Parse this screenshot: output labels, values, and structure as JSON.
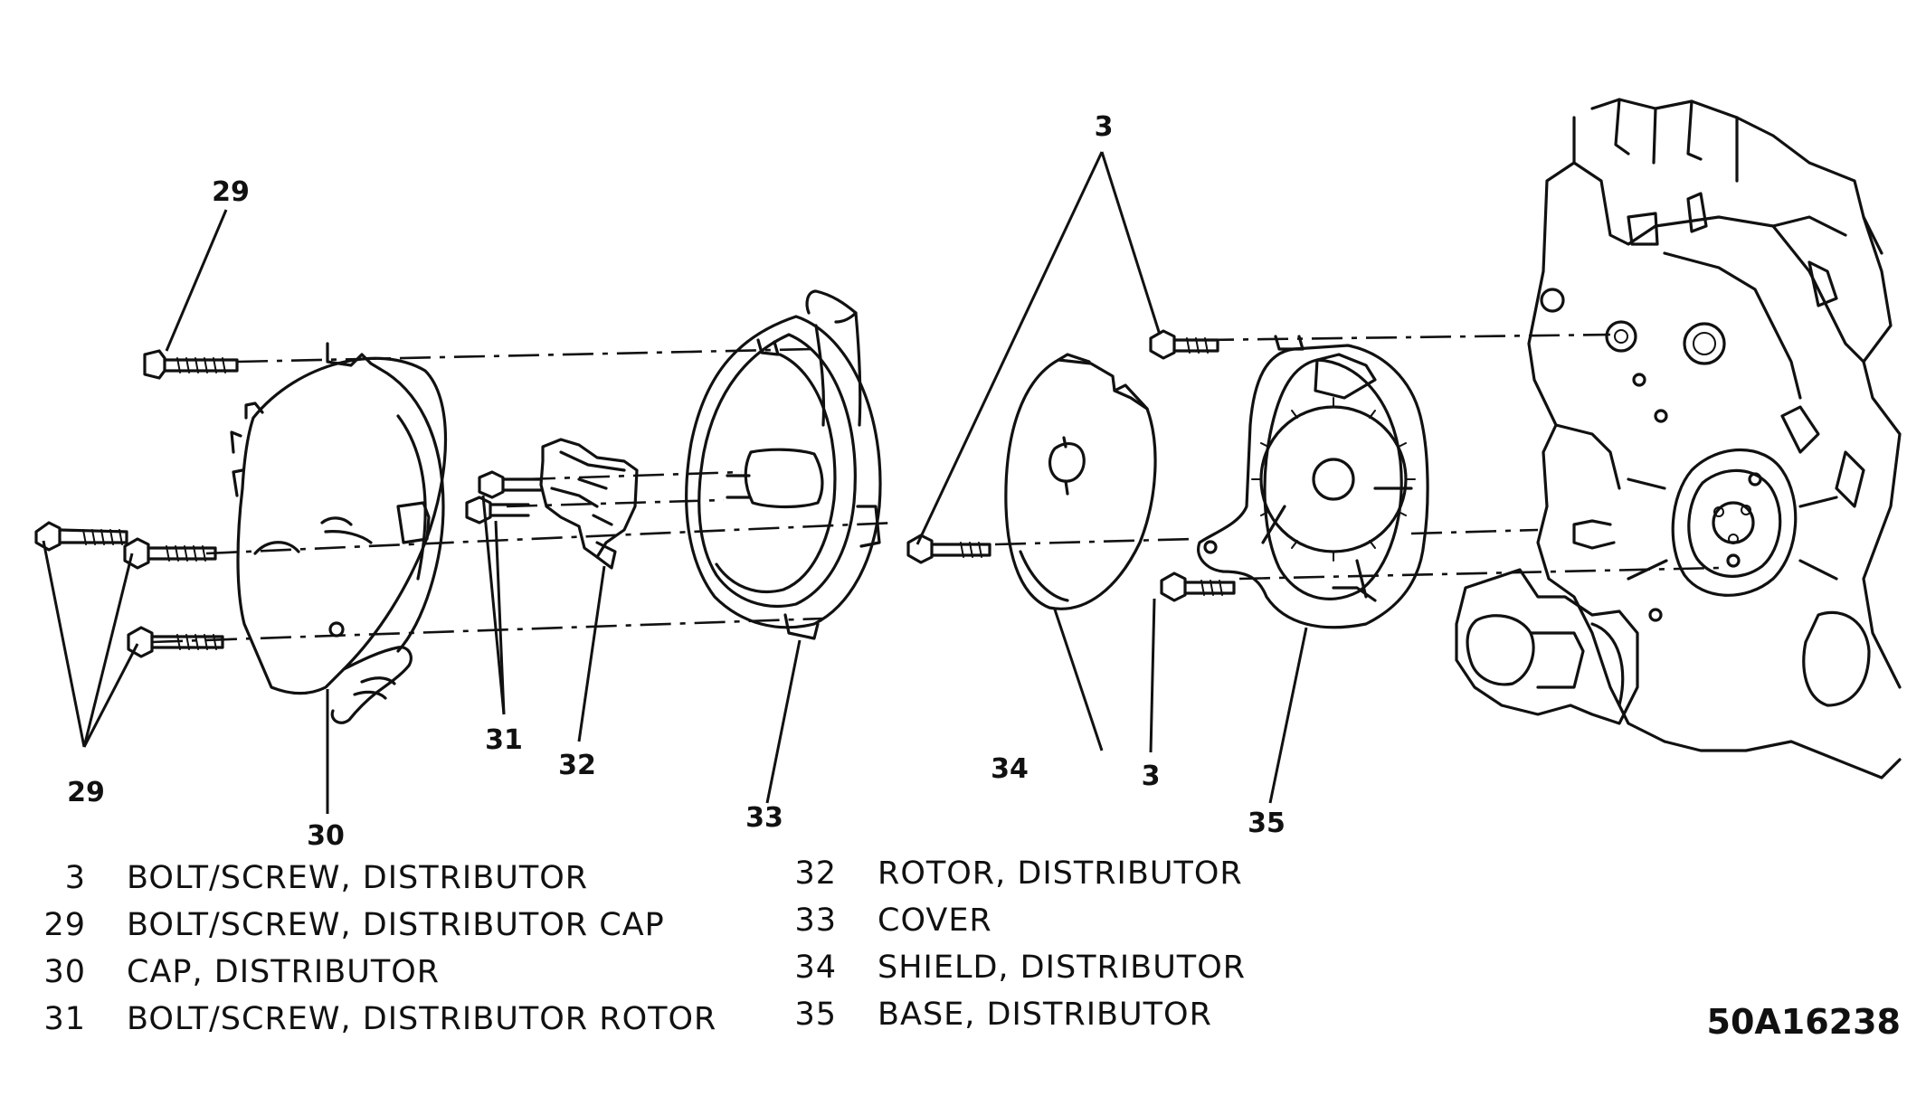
{
  "callouts": {
    "c29_top": "29",
    "c29_left": "29",
    "c30": "30",
    "c31": "31",
    "c32": "32",
    "c33": "33",
    "c34": "34",
    "c3_top": "3",
    "c3_bottom": "3",
    "c35": "35"
  },
  "legend": {
    "left": [
      {
        "num": "3",
        "text": "BOLT/SCREW, DISTRIBUTOR"
      },
      {
        "num": "29",
        "text": "BOLT/SCREW, DISTRIBUTOR CAP"
      },
      {
        "num": "30",
        "text": "CAP, DISTRIBUTOR"
      },
      {
        "num": "31",
        "text": "BOLT/SCREW, DISTRIBUTOR ROTOR"
      }
    ],
    "right": [
      {
        "num": "32",
        "text": "ROTOR, DISTRIBUTOR"
      },
      {
        "num": "33",
        "text": "COVER"
      },
      {
        "num": "34",
        "text": "SHIELD, DISTRIBUTOR"
      },
      {
        "num": "35",
        "text": "BASE, DISTRIBUTOR"
      }
    ]
  },
  "drawing_number": "50A16238"
}
